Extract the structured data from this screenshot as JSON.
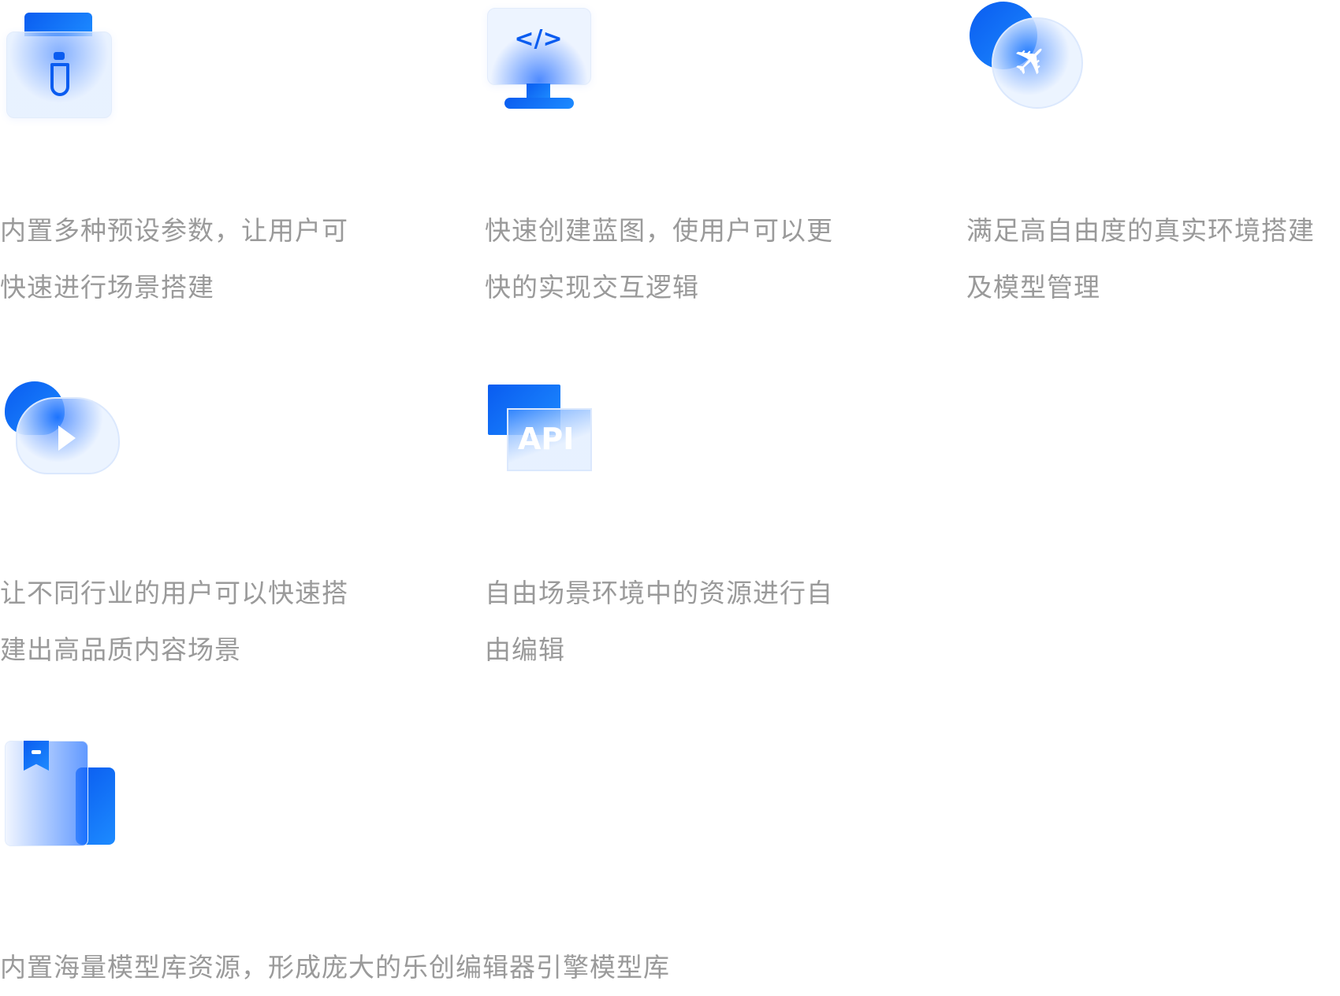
{
  "features": [
    {
      "icon": "tie-briefcase-icon",
      "lines": [
        "内置多种预设参数，让用户可",
        "快速进行场景搭建"
      ]
    },
    {
      "icon": "code-monitor-icon",
      "icon_text": "</>",
      "lines": [
        "快速创建蓝图，使用户可以更",
        "快的实现交互逻辑"
      ]
    },
    {
      "icon": "airplane-globe-icon",
      "lines": [
        "满足高自由度的真实环境搭建",
        "及模型管理"
      ]
    },
    {
      "icon": "cloud-play-icon",
      "lines": [
        "让不同行业的用户可以快速搭",
        "建出高品质内容场景"
      ]
    },
    {
      "icon": "api-icon",
      "icon_text": "API",
      "lines": [
        "自由场景环境中的资源进行自",
        "由编辑"
      ]
    },
    {
      "icon": "model-library-book-icon",
      "lines": [
        "内置海量模型库资源，形成庞大的乐创编辑器引擎模型库"
      ]
    }
  ],
  "colors": {
    "accent": "#0a5cf0",
    "text": "#9a9a9a"
  }
}
